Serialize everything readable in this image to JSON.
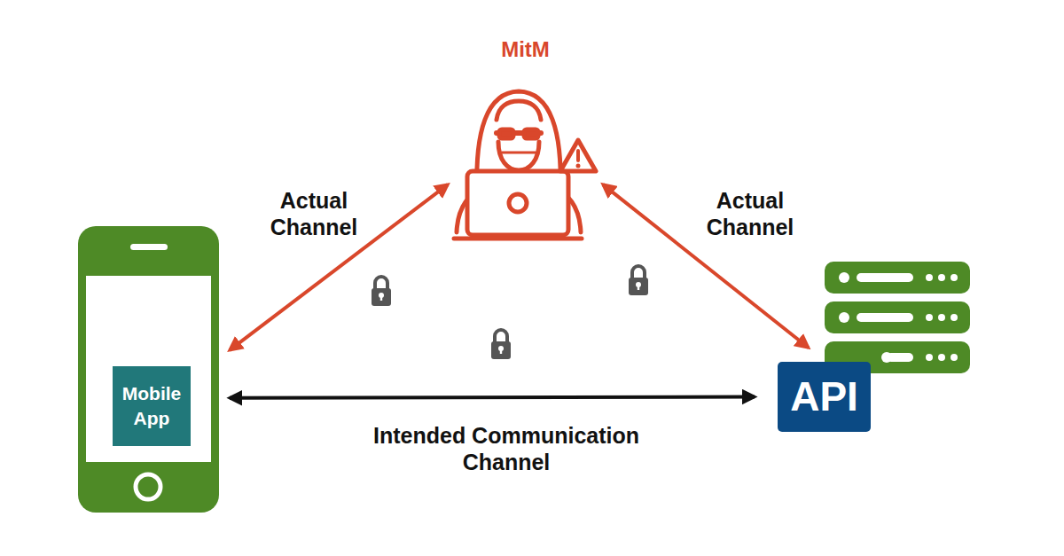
{
  "diagram": {
    "nodes": [
      {
        "text": [
          "MitM"
        ]
      },
      {
        "text": [
          "Mobile App"
        ]
      },
      {
        "text": [
          "API"
        ]
      }
    ],
    "edges": [
      {
        "from": 1,
        "to": 0,
        "arrow": "both",
        "label": "Actual Channel"
      },
      {
        "from": 0,
        "to": 2,
        "arrow": "both",
        "label": "Actual Channel"
      },
      {
        "from": 1,
        "to": 2,
        "arrow": "both",
        "label": "Intended Communication Channel"
      }
    ]
  }
}
